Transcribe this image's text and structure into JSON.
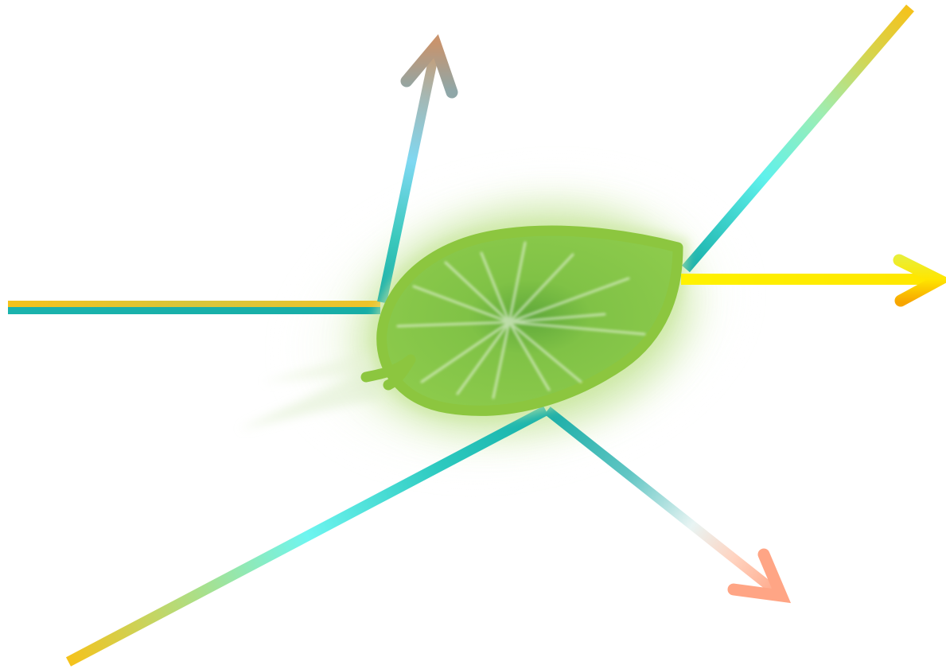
{
  "diagram": {
    "central_icon": "leaf-icon",
    "leaf_fill": "#7bc043",
    "leaf_outline": "#8cc63f",
    "glow_color": "#a8d86a",
    "colors": {
      "teal": "#1ab3ad",
      "cyan": "#6ef5f0",
      "mint": "#9ee8a8",
      "gold": "#f5c21b",
      "yellow": "#ffef00",
      "orange": "#f7a500",
      "sky": "#7fd8f2",
      "tan": "#c99a70",
      "grey": "#8fa7a8",
      "peach": "#ffa585"
    },
    "rays": [
      {
        "name": "incoming-ray-left",
        "role": "incoming",
        "arrowhead": false
      },
      {
        "name": "incoming-ray-bottom-left",
        "role": "incoming",
        "arrowhead": false
      },
      {
        "name": "incoming-ray-top-right",
        "role": "incoming",
        "arrowhead": false
      },
      {
        "name": "outgoing-arrow-up",
        "role": "outgoing",
        "arrowhead": true
      },
      {
        "name": "outgoing-arrow-right",
        "role": "outgoing",
        "arrowhead": true
      },
      {
        "name": "outgoing-arrow-down-right",
        "role": "outgoing",
        "arrowhead": true
      }
    ]
  }
}
